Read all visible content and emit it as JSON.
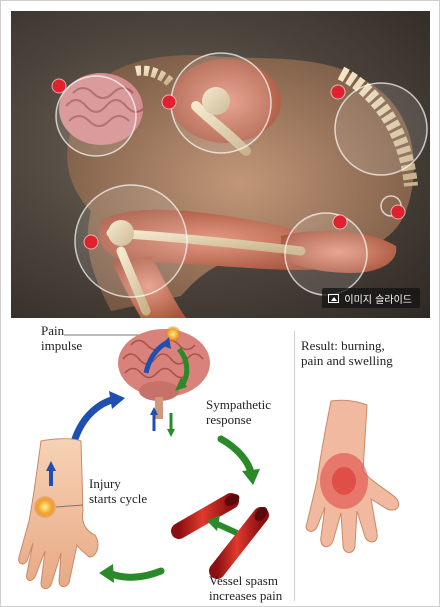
{
  "photo": {
    "badge_label": "이미지 슬라이드",
    "badge_icon": "image-icon",
    "marker_color": "#e0222e"
  },
  "diagram": {
    "pain_impulse": "Pain\nimpulse",
    "sympathetic_response": "Sympathetic\nresponse",
    "injury_starts_cycle": "Injury\nstarts cycle",
    "vessel_spasm": "Vessel spasm\nincreases pain",
    "result": "Result: burning,\npain and swelling",
    "arrow_blue": "#1f4fb0",
    "arrow_green": "#2a8a2a"
  }
}
